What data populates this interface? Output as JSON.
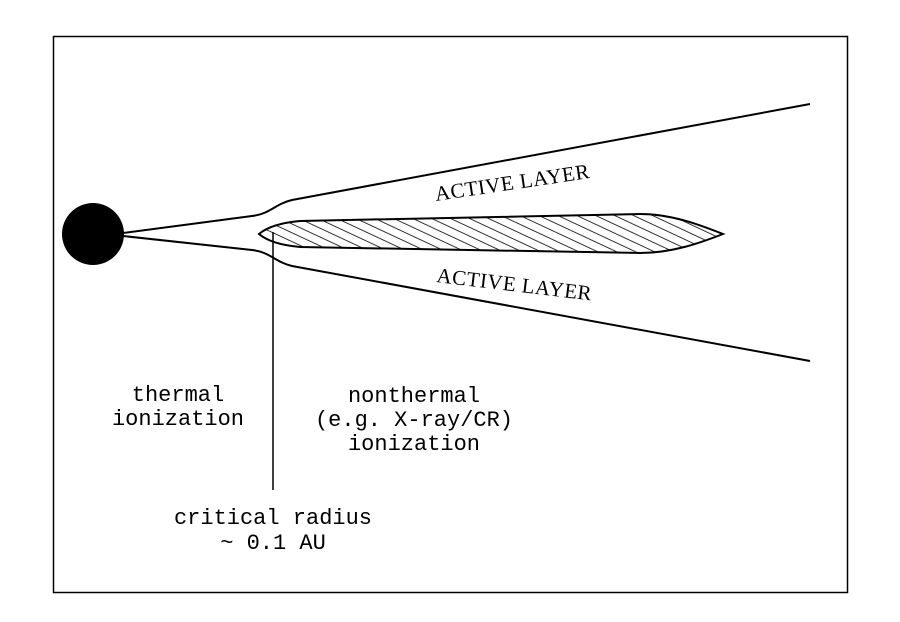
{
  "labels": {
    "active_layer_top": "ACTIVE LAYER",
    "active_layer_bottom": "ACTIVE LAYER",
    "thermal": [
      "thermal",
      "ionization"
    ],
    "nonthermal": [
      "nonthermal",
      "(e.g. X-ray/CR)",
      "ionization"
    ],
    "critical": [
      "critical radius",
      "~ 0.1 AU"
    ]
  },
  "colors": {
    "ink": "#000000",
    "background": "#ffffff"
  }
}
